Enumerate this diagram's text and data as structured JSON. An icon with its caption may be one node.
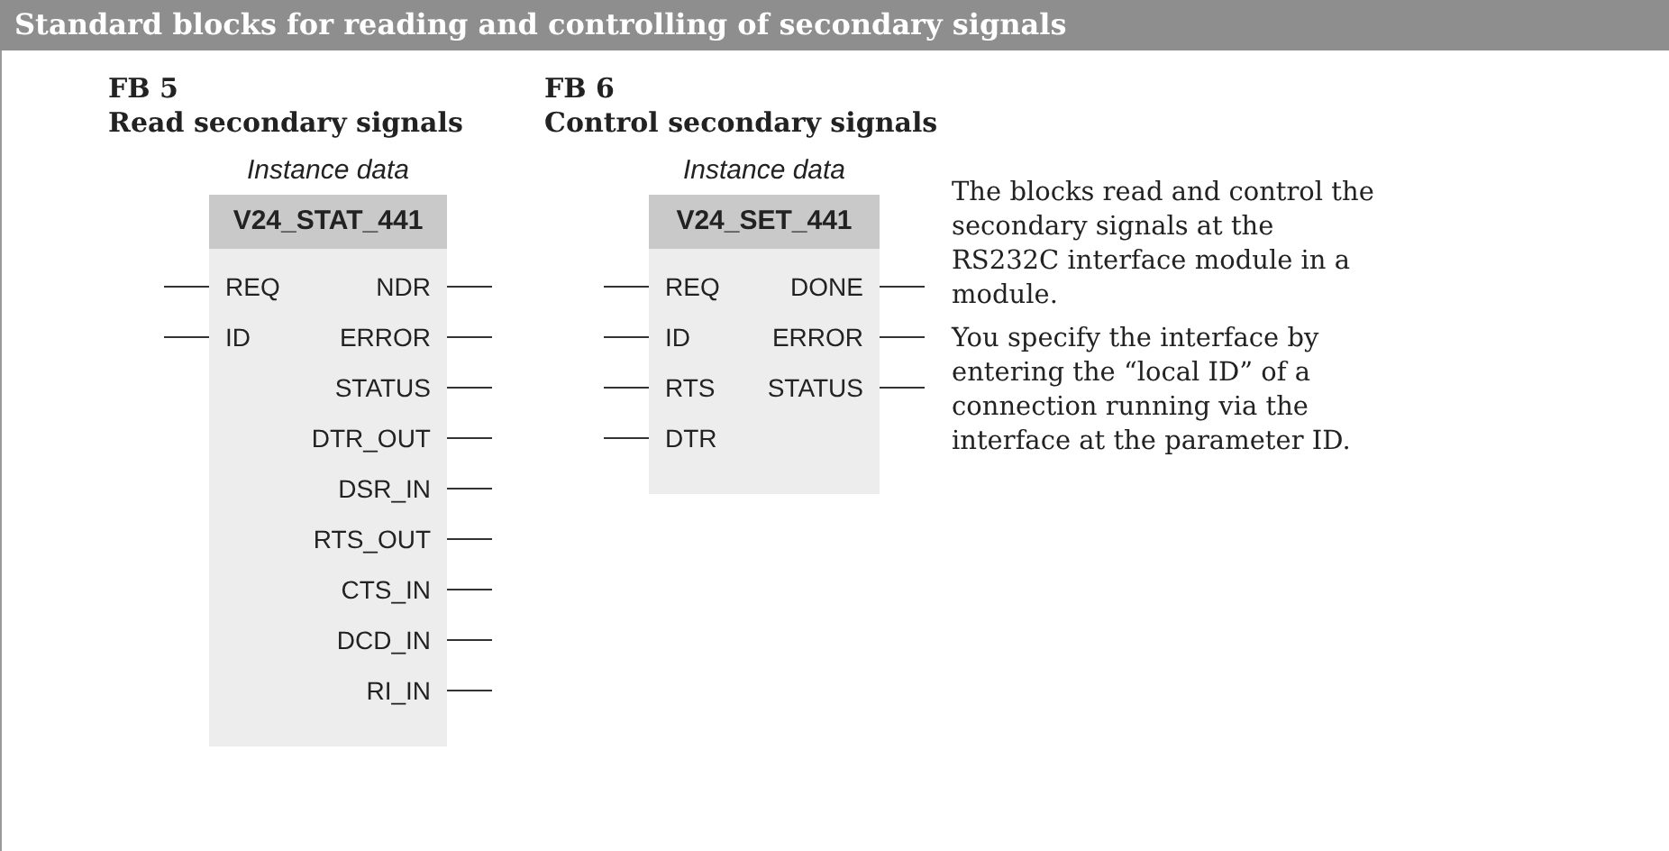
{
  "diagram": {
    "title": "Standard blocks for reading and controlling of secondary signals",
    "nodes": [
      {
        "text": [
          "FB 5",
          "Read secondary signals",
          "Instance data",
          "V24_STAT_441"
        ]
      },
      {
        "text": [
          "REQ"
        ],
        "in": 0
      },
      {
        "text": [
          "ID"
        ],
        "in": 0
      },
      {
        "text": [
          "NDR"
        ],
        "in": 0
      },
      {
        "text": [
          "ERROR"
        ],
        "in": 0
      },
      {
        "text": [
          "STATUS"
        ],
        "in": 0
      },
      {
        "text": [
          "DTR_OUT"
        ],
        "in": 0
      },
      {
        "text": [
          "DSR_IN"
        ],
        "in": 0
      },
      {
        "text": [
          "RTS_OUT"
        ],
        "in": 0
      },
      {
        "text": [
          "CTS_IN"
        ],
        "in": 0
      },
      {
        "text": [
          "DCD_IN"
        ],
        "in": 0
      },
      {
        "text": [
          "RI_IN"
        ],
        "in": 0
      },
      {
        "text": [
          "FB 6",
          "Control secondary signals",
          "Instance data",
          "V24_SET_441"
        ]
      },
      {
        "text": [
          "REQ"
        ],
        "in": 12
      },
      {
        "text": [
          "ID"
        ],
        "in": 12
      },
      {
        "text": [
          "RTS"
        ],
        "in": 12
      },
      {
        "text": [
          "DTR"
        ],
        "in": 12
      },
      {
        "text": [
          "DONE"
        ],
        "in": 12
      },
      {
        "text": [
          "ERROR"
        ],
        "in": 12
      },
      {
        "text": [
          "STATUS"
        ],
        "in": 12
      }
    ],
    "edges": [
      {
        "from": null,
        "to": 1,
        "arrow": "none"
      },
      {
        "from": null,
        "to": 2,
        "arrow": "none"
      },
      {
        "from": 3,
        "to": null,
        "arrow": "none"
      },
      {
        "from": 4,
        "to": null,
        "arrow": "none"
      },
      {
        "from": 5,
        "to": null,
        "arrow": "none"
      },
      {
        "from": 6,
        "to": null,
        "arrow": "none"
      },
      {
        "from": 7,
        "to": null,
        "arrow": "none"
      },
      {
        "from": 8,
        "to": null,
        "arrow": "none"
      },
      {
        "from": 9,
        "to": null,
        "arrow": "none"
      },
      {
        "from": 10,
        "to": null,
        "arrow": "none"
      },
      {
        "from": 11,
        "to": null,
        "arrow": "none"
      },
      {
        "from": null,
        "to": 13,
        "arrow": "none"
      },
      {
        "from": null,
        "to": 14,
        "arrow": "none"
      },
      {
        "from": null,
        "to": 15,
        "arrow": "none"
      },
      {
        "from": null,
        "to": 16,
        "arrow": "none"
      },
      {
        "from": 17,
        "to": null,
        "arrow": "none"
      },
      {
        "from": 18,
        "to": null,
        "arrow": "none"
      },
      {
        "from": 19,
        "to": null,
        "arrow": "none"
      }
    ],
    "labels": [
      "The blocks read and control the secondary signals at the RS232C interface module in a module.",
      "You specify the interface by entering the “local ID” of a connection running via the interface at the parameter ID."
    ]
  }
}
